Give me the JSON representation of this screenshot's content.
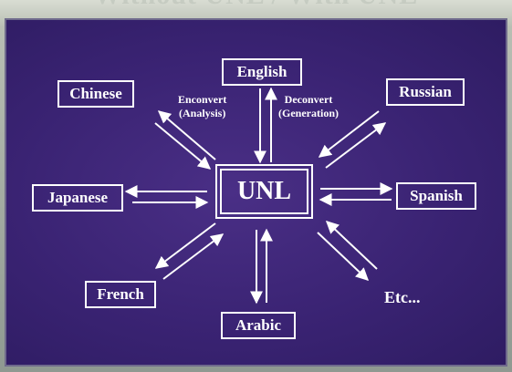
{
  "heading": "Without UNL / With UNL",
  "center": {
    "label": "UNL"
  },
  "languages": {
    "english": "English",
    "chinese": "Chinese",
    "russian": "Russian",
    "japanese": "Japanese",
    "spanish": "Spanish",
    "french": "French",
    "arabic": "Arabic",
    "etc": "Etc..."
  },
  "annotations": {
    "enconvert": "Enconvert",
    "enconvert_sub": "(Analysis)",
    "deconvert": "Deconvert",
    "deconvert_sub": "(Generation)"
  },
  "colors": {
    "panel": "#3a2373",
    "ink": "#ffffff",
    "frame": "#c9d0c7"
  }
}
